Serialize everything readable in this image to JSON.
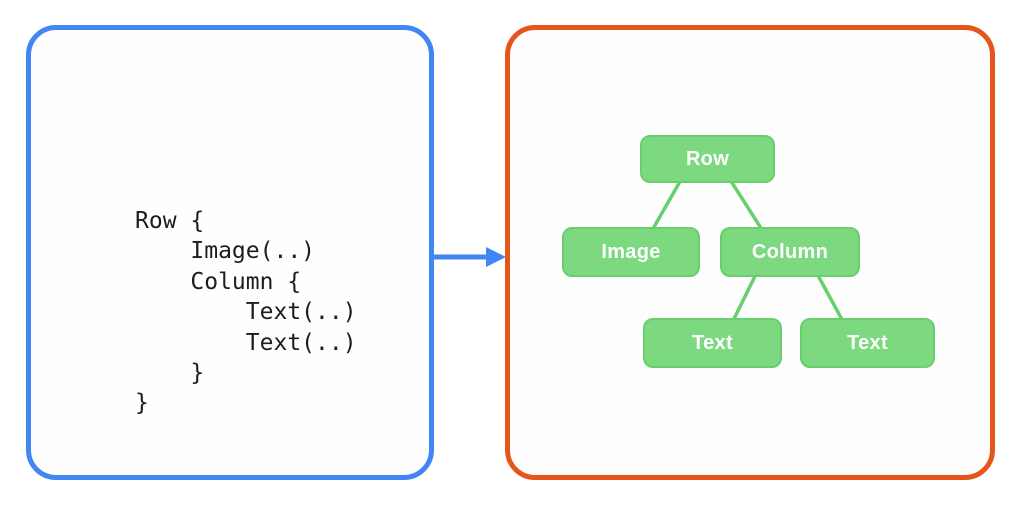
{
  "diagram": {
    "description": "Compose-style code snippet mapped to its UI tree",
    "code_panel": {
      "border_color": "#4285F4",
      "lines": [
        "Row {",
        "    Image(..)",
        "    Column {",
        "        Text(..)",
        "        Text(..)",
        "    }",
        "}"
      ]
    },
    "arrow": {
      "color": "#4285F4",
      "direction": "right"
    },
    "tree_panel": {
      "border_color": "#E4561A",
      "node_fill_color": "#7CD97F",
      "node_text_color": "#FFFFFF",
      "edge_color": "#68CF6E",
      "nodes": [
        {
          "id": "row",
          "label": "Row",
          "parent": null
        },
        {
          "id": "image",
          "label": "Image",
          "parent": "row"
        },
        {
          "id": "column",
          "label": "Column",
          "parent": "row"
        },
        {
          "id": "text1",
          "label": "Text",
          "parent": "column"
        },
        {
          "id": "text2",
          "label": "Text",
          "parent": "column"
        }
      ]
    }
  }
}
